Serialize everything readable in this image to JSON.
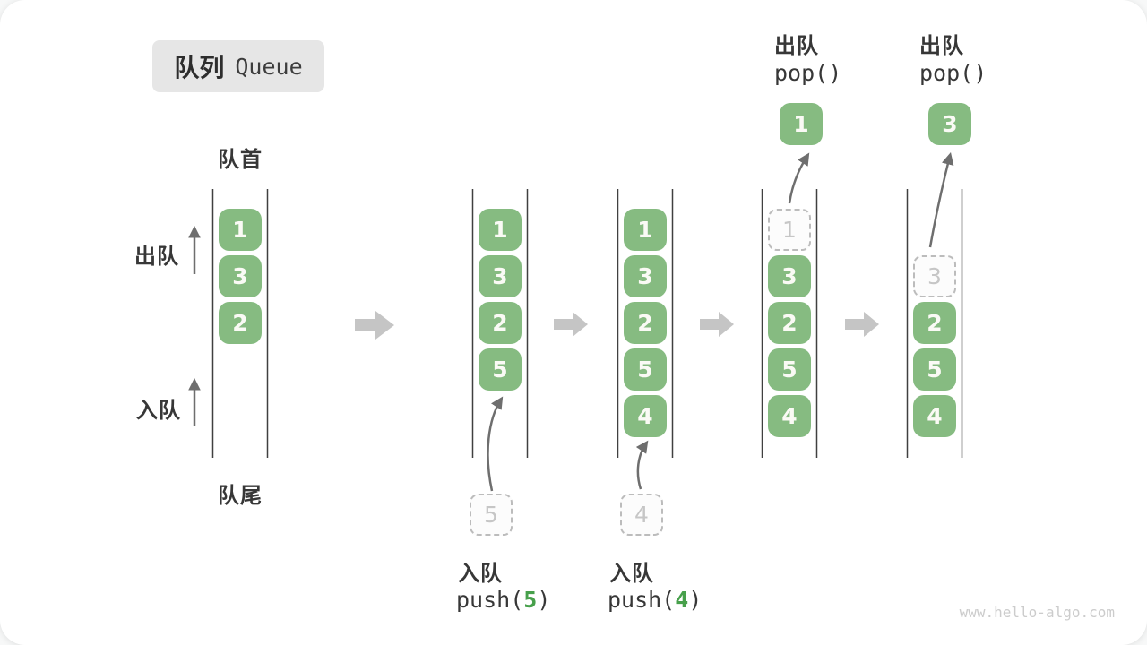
{
  "title": {
    "zh": "队列",
    "en": "Queue"
  },
  "labels": {
    "front": "队首",
    "rear": "队尾",
    "dequeue": "出队",
    "enqueue": "入队"
  },
  "ops": {
    "pop_a": {
      "label": "出队",
      "code": "pop()"
    },
    "pop_b": {
      "label": "出队",
      "code": "pop()"
    },
    "push_a": {
      "label": "入队",
      "fn": "push(",
      "arg": "5",
      "close": ")"
    },
    "push_b": {
      "label": "入队",
      "fn": "push(",
      "arg": "4",
      "close": ")"
    }
  },
  "states": [
    {
      "boxes": [
        "1",
        "3",
        "2"
      ]
    },
    {
      "boxes": [
        "1",
        "3",
        "2",
        "5"
      ],
      "incoming": "5"
    },
    {
      "boxes": [
        "1",
        "3",
        "2",
        "5",
        "4"
      ],
      "incoming": "4"
    },
    {
      "boxes": [
        "3",
        "2",
        "5",
        "4"
      ],
      "ghost": "1",
      "popped": "1"
    },
    {
      "boxes": [
        "2",
        "5",
        "4"
      ],
      "ghost": "3",
      "popped": "3"
    }
  ],
  "watermark": "www.hello-algo.com",
  "colors": {
    "card-bg": "#ffffff",
    "page-bg": "#f7f8f8",
    "green": "#86bb81",
    "box-text": "#fafaf5",
    "accent-green": "#47a04b",
    "ink": "#373737",
    "arrow-gray": "#6e6e6e",
    "block-arrow": "#c5c5c5",
    "ghost-border": "#bcbcbc",
    "ghost-bg": "#fcfcfc",
    "ghost-text": "#c6c6c6",
    "badge-bg": "#e6e6e6",
    "wall": "#404040",
    "watermark": "#cccccc"
  }
}
